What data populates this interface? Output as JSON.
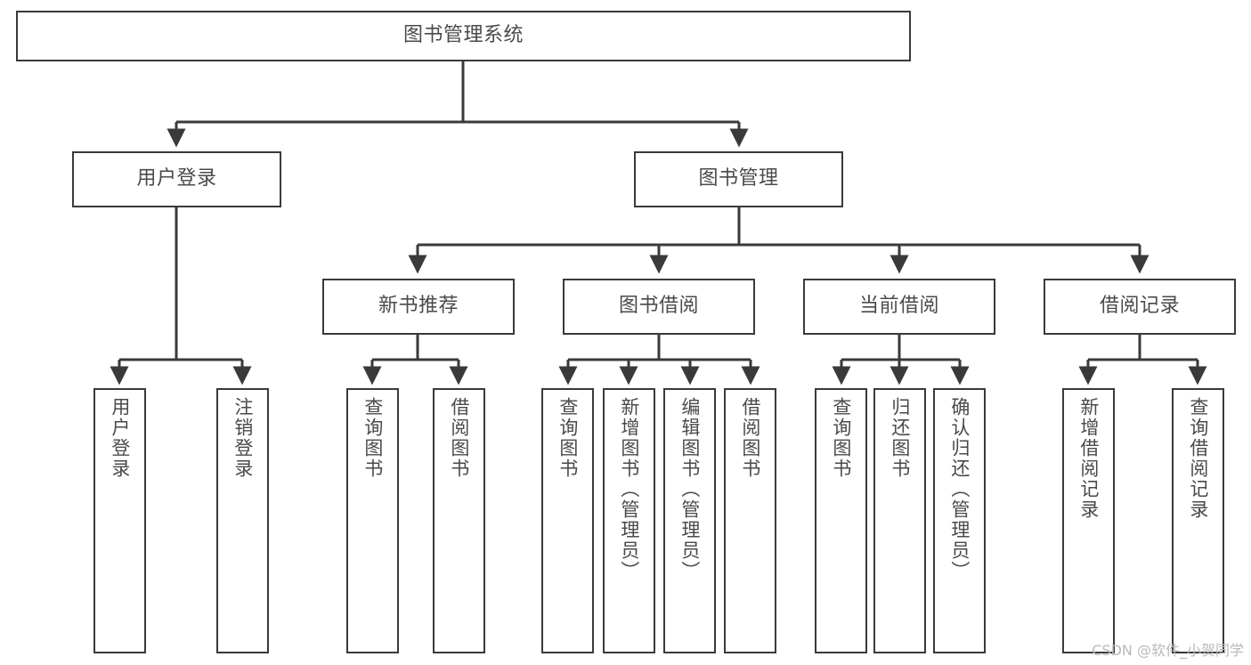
{
  "diagram": {
    "title": "图书管理系统",
    "type": "tree-hierarchy-diagram",
    "colors": {
      "stroke": "#3a3a3a",
      "text": "#4a4a4a",
      "background": "#ffffff",
      "watermark": "#b9b9b9"
    },
    "watermark": "CSDN @软件_小贺同学",
    "nodes": {
      "root": {
        "label": "图书管理系统"
      },
      "level2": [
        {
          "label": "用户登录"
        },
        {
          "label": "图书管理"
        }
      ],
      "level3": [
        {
          "label": "新书推荐"
        },
        {
          "label": "图书借阅"
        },
        {
          "label": "当前借阅"
        },
        {
          "label": "借阅记录"
        }
      ],
      "leaves_user_login": [
        {
          "label": "用户登录"
        },
        {
          "label": "注销登录"
        }
      ],
      "leaves_new_book": [
        {
          "label": "查询图书"
        },
        {
          "label": "借阅图书"
        }
      ],
      "leaves_borrow": [
        {
          "label": "查询图书"
        },
        {
          "label": "新增图书（管理员）"
        },
        {
          "label": "编辑图书（管理员）"
        },
        {
          "label": "借阅图书"
        }
      ],
      "leaves_current": [
        {
          "label": "查询图书"
        },
        {
          "label": "归还图书"
        },
        {
          "label": "确认归还（管理员）"
        }
      ],
      "leaves_record": [
        {
          "label": "新增借阅记录"
        },
        {
          "label": "查询借阅记录"
        }
      ]
    }
  }
}
